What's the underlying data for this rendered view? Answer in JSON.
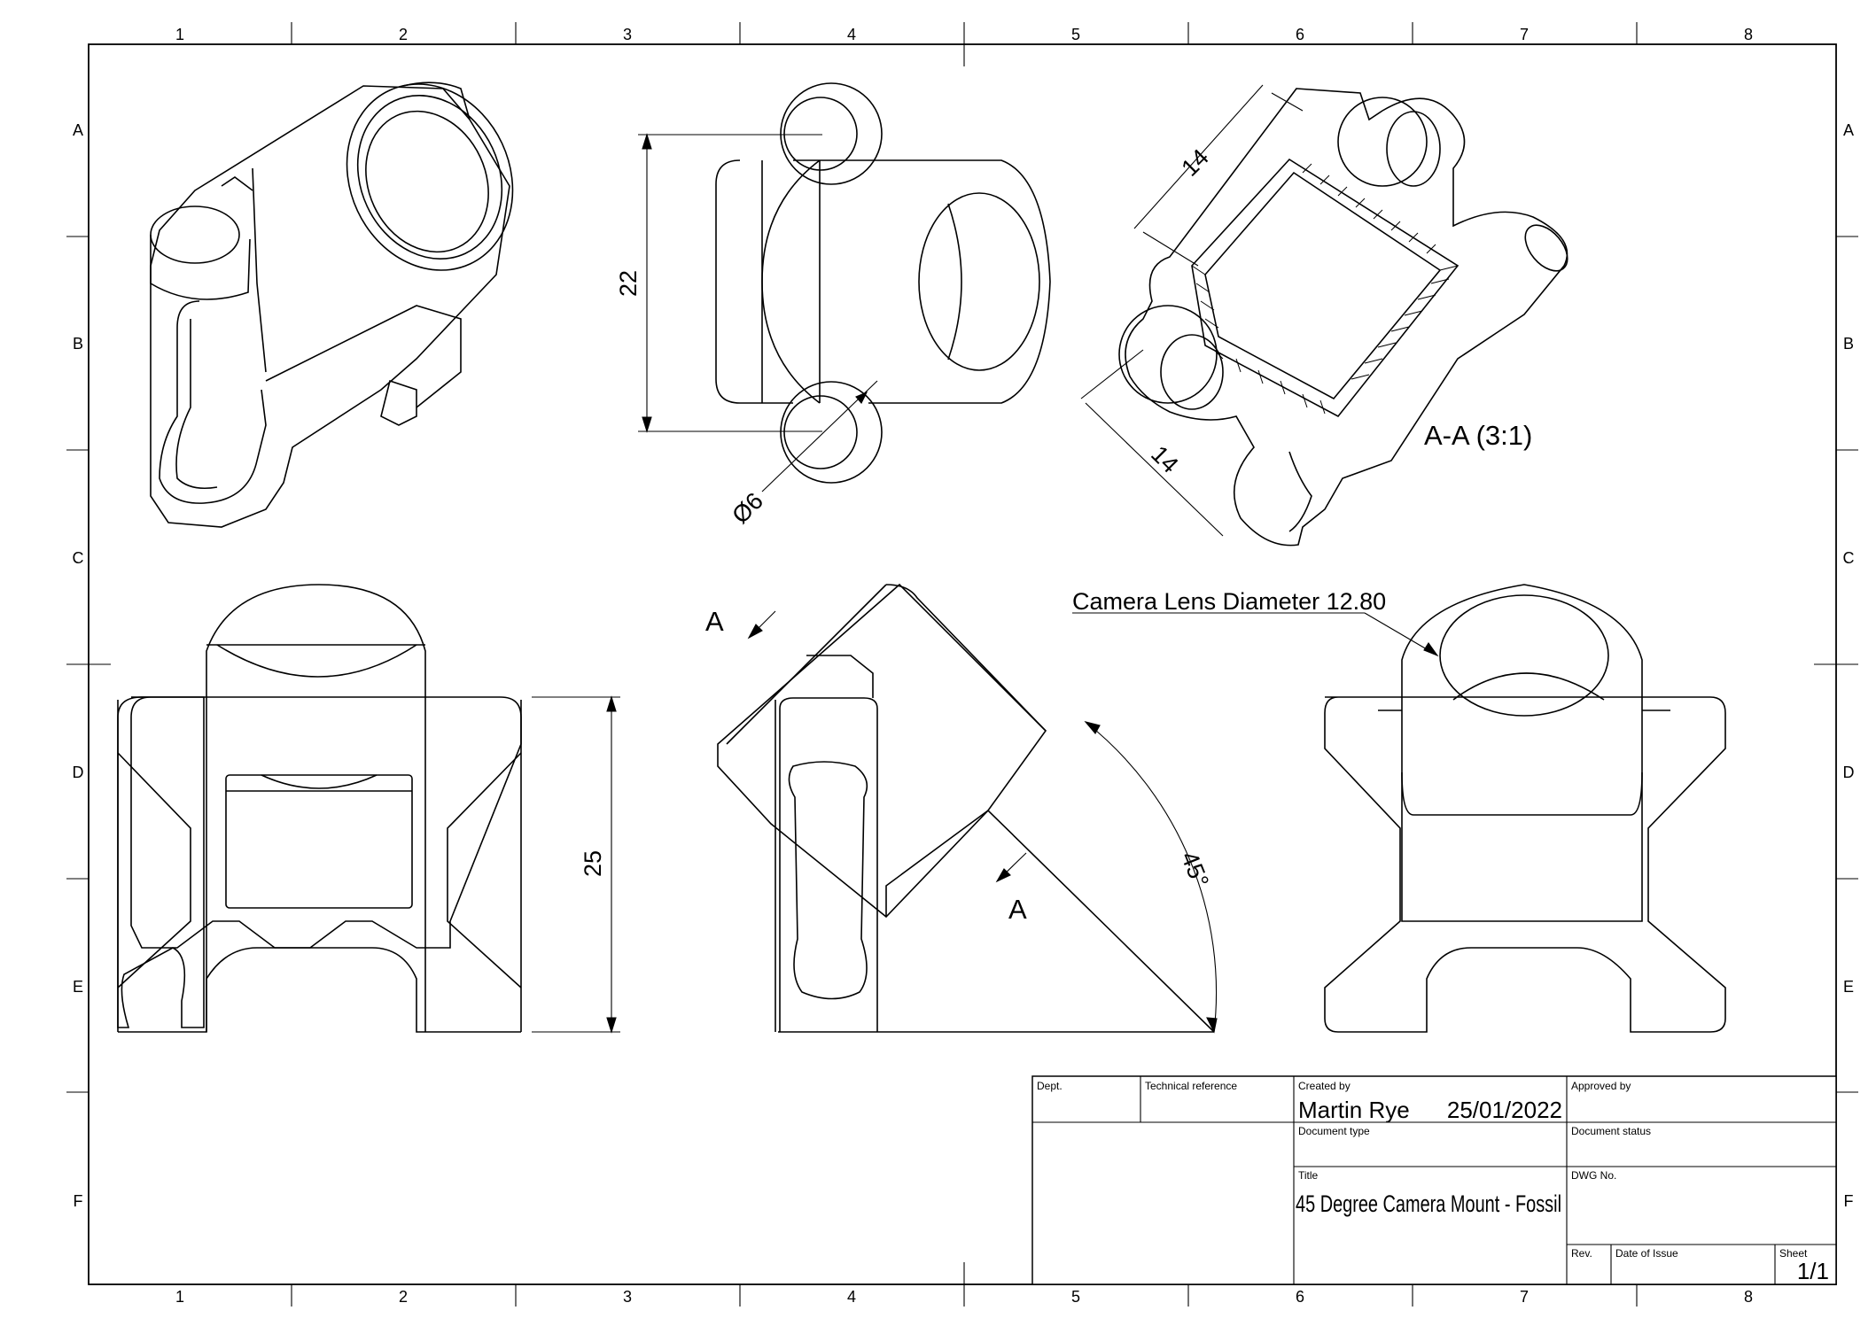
{
  "sheet": {
    "zones_x": [
      "1",
      "2",
      "3",
      "4",
      "5",
      "6",
      "7",
      "8"
    ],
    "zones_y": [
      "A",
      "B",
      "C",
      "D",
      "E",
      "F"
    ]
  },
  "dimensions": {
    "height_22": "22",
    "diameter_6": "Ø6",
    "section_14_top": "14",
    "section_14_left": "14",
    "height_25": "25",
    "angle_45": "45°"
  },
  "labels": {
    "section_title": "A-A (3:1)",
    "section_mark_upper": "A",
    "section_mark_lower": "A",
    "lens_callout": "Camera Lens Diameter 12.80"
  },
  "title_block": {
    "dept_label": "Dept.",
    "tech_ref_label": "Technical reference",
    "created_by_label": "Created by",
    "created_by_value": "Martin Rye",
    "created_date": "25/01/2022",
    "approved_by_label": "Approved by",
    "doc_type_label": "Document type",
    "doc_status_label": "Document status",
    "title_label": "Title",
    "title_value": "45 Degree Camera Mount - Fossil",
    "dwg_label": "DWG No.",
    "rev_label": "Rev.",
    "date_issue_label": "Date of Issue",
    "sheet_label": "Sheet",
    "sheet_value": "1/1"
  }
}
